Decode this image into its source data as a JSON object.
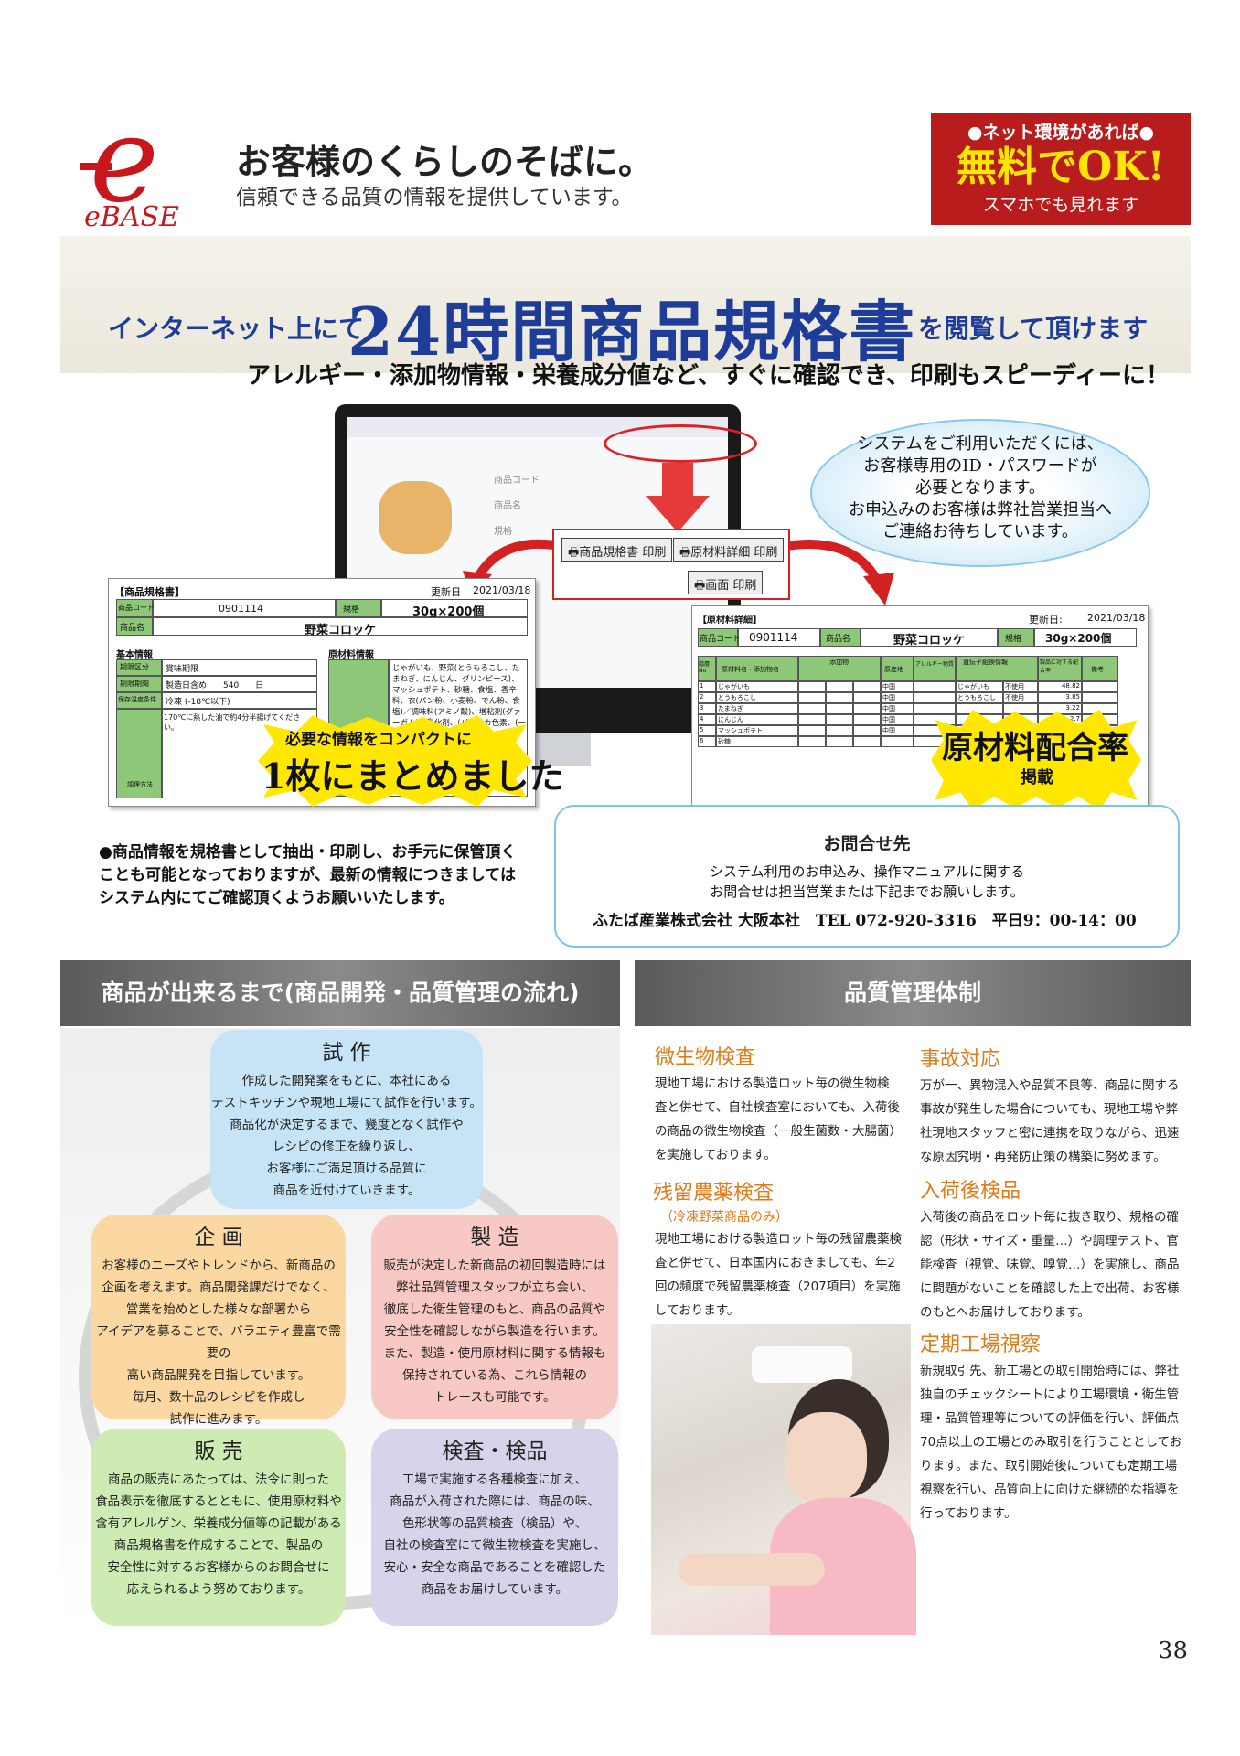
{
  "header": {
    "logo_text": "eBASE",
    "tagline": "お客様のくらしのそばに。",
    "subtagline": "信頼できる品質の情報を提供しています。",
    "badge": {
      "top": "●ネット環境があれば●",
      "main": "無料でOK!",
      "bottom": "スマホでも見れます"
    }
  },
  "banner": {
    "left": "インターネット上にて",
    "main": "24時間商品規格書",
    "right": "を閲覧して頂けます",
    "sub": "アレルギー・添加物情報・栄養成分値など、すぐに確認でき、印刷もスピーディーに！"
  },
  "monitor": {
    "field1": "商品コード",
    "field2": "商品名",
    "field3": "規格"
  },
  "print_buttons": {
    "spec": "商品規格書 印刷",
    "material": "原材料詳細 印刷",
    "screen": "画面 印刷"
  },
  "bubble": {
    "lines": [
      "システムをご利用いただくには、",
      "お客様専用のID・パスワードが",
      "必要となります。",
      "お申込みのお客様は弊社営業担当へ",
      "ご連絡お待ちしています。"
    ]
  },
  "spec_doc": {
    "title": "【商品規格書】",
    "updated_label": "更新日",
    "updated": "2021/03/18",
    "code_label": "商品コード",
    "code": "0901114",
    "spec_label": "規格",
    "spec": "30g×200個",
    "name_label": "商品名",
    "name": "野菜コロッケ",
    "basic_label": "基本情報",
    "material_label": "原材料情報",
    "rows": [
      {
        "label": "期限区分",
        "value": "賞味期限"
      },
      {
        "label": "期限期間",
        "value": "製造日含め　　540　　日"
      },
      {
        "label": "保存温度条件",
        "value": "冷凍 (-18℃以下)"
      }
    ],
    "cooking": "170℃に熱した油で約4分半揚げてください。",
    "cooking_label": "調理方法",
    "materials": "じゃがいも、野菜(とうもろこし、たまねぎ、にんじん、グリンピース)、マッシュポテト、砂糖、食塩、香辛料、衣(パン粉、小麦粉、でん粉、食塩)／調味料(アミノ酸)、増粘剤(グァーガム)、乳化剤、(パプリカ色素、(一部に小麦・大豆を"
  },
  "burst_left": {
    "line1": "必要な情報をコンパクトに",
    "line2": "1枚にまとめました"
  },
  "material_doc": {
    "title": "【原材料詳細】",
    "updated_label": "更新日:",
    "updated": "2021/03/18",
    "code_label": "商品コード",
    "code": "0901114",
    "name_label": "商品名",
    "name": "野菜コロッケ",
    "spec_label": "規格",
    "spec": "30g×200個",
    "headers": [
      "階層No",
      "原材料名・添加物名",
      "添加物",
      "原産地",
      "アレルギー物質",
      "遺伝子組換情報",
      "製品に対する配合率",
      "備考"
    ],
    "rows": [
      {
        "no": "1",
        "name": "じゃがいも",
        "origin": "中国",
        "gmo": "じゃがいも",
        "gmo2": "不使用",
        "rate": "48.82"
      },
      {
        "no": "2",
        "name": "とうもろこし",
        "origin": "中国",
        "gmo": "とうもろこし",
        "gmo2": "不使用",
        "rate": "3.85"
      },
      {
        "no": "3",
        "name": "たまねぎ",
        "origin": "中国",
        "gmo": "",
        "gmo2": "",
        "rate": "3.22"
      },
      {
        "no": "4",
        "name": "にんじん",
        "origin": "中国",
        "gmo": "",
        "gmo2": "",
        "rate": "2.7"
      },
      {
        "no": "5",
        "name": "マッシュポテト",
        "origin": "中国",
        "gmo": "",
        "gmo2": "",
        "rate": ""
      },
      {
        "no": "6",
        "name": "砂糖",
        "origin": "",
        "gmo": "",
        "gmo2": "",
        "rate": ""
      }
    ]
  },
  "burst_right": {
    "line1": "原材料配合率",
    "line2": "掲載"
  },
  "note": "●商品情報を規格書として抽出・印刷し、お手元に保管頂くことも可能となっておりますが、最新の情報につきましてはシステム内にてご確認頂くようお願いいたします。",
  "contact": {
    "heading": "お問合せ先",
    "line1": "システム利用のお申込み、操作マニュアルに関する",
    "line2": "お問合せは担当営業または下記までお願いします。",
    "footer": "ふたば産業株式会社 大阪本社　TEL 072-920-3316　平日9：00-14：00"
  },
  "section_left": {
    "title": "商品が出来るまで(商品開発・品質管理の流れ)",
    "cards": {
      "shisaku": {
        "title": "試 作",
        "body": [
          "作成した開発案をもとに、本社にある",
          "テストキッチンや現地工場にて試作を行います。",
          "商品化が決定するまで、幾度となく試作や",
          "レシピの修正を繰り返し、",
          "お客様にご満足頂ける品質に",
          "商品を近付けていきます。"
        ]
      },
      "kikaku": {
        "title": "企 画",
        "body": [
          "お客様のニーズやトレンドから、新商品の",
          "企画を考えます。商品開発課だけでなく、",
          "営業を始めとした様々な部署から",
          "アイデアを募ることで、バラエティ豊富で需要の",
          "高い商品開発を目指しています。",
          "毎月、数十品のレシピを作成し",
          "試作に進みます。"
        ]
      },
      "seizo": {
        "title": "製 造",
        "body": [
          "販売が決定した新商品の初回製造時には",
          "弊社品質管理スタッフが立ち会い、",
          "徹底した衛生管理のもと、商品の品質や",
          "安全性を確認しながら製造を行います。",
          "また、製造・使用原材料に関する情報も",
          "保持されている為、これら情報の",
          "トレースも可能です。"
        ]
      },
      "hanbai": {
        "title": "販 売",
        "body": [
          "商品の販売にあたっては、法令に則った",
          "食品表示を徹底するとともに、使用原材料や",
          "含有アレルゲン、栄養成分値等の記載がある",
          "商品規格書を作成することで、製品の",
          "安全性に対するお客様からのお問合せに",
          "応えられるよう努めております。"
        ]
      },
      "kensa": {
        "title": "検査・検品",
        "body": [
          "工場で実施する各種検査に加え、",
          "商品が入荷された際には、商品の味、",
          "色形状等の品質検査（検品）や、",
          "自社の検査室にて微生物検査を実施し、",
          "安心・安全な商品であることを確認した",
          "商品をお届けしています。"
        ]
      }
    }
  },
  "section_right": {
    "title": "品質管理体制",
    "items": {
      "biseibutsu": {
        "title": "微生物検査",
        "body": "現地工場における製造ロット毎の微生物検査と併せて、自社検査室においても、入荷後の商品の微生物検査（一般生菌数・大腸菌）を実施しております。"
      },
      "zanryu": {
        "title": "残留農薬検査",
        "subtitle": "（冷凍野菜商品のみ）",
        "body": "現地工場における製造ロット毎の残留農薬検査と併せて、日本国内におきましても、年2回の頻度で残留農薬検査（207項目）を実施しております。"
      },
      "jiko": {
        "title": "事故対応",
        "body": "万が一、異物混入や品質不良等、商品に関する事故が発生した場合についても、現地工場や弊社現地スタッフと密に連携を取りながら、迅速な原因究明・再発防止策の構築に努めます。"
      },
      "nyuka": {
        "title": "入荷後検品",
        "body": "入荷後の商品をロット毎に抜き取り、規格の確認（形状・サイズ・重量…）や調理テスト、官能検査（視覚、味覚、嗅覚…）を実施し、商品に問題がないことを確認した上で出荷、お客様のもとへお届けしております。"
      },
      "teiki": {
        "title": "定期工場視察",
        "body": "新規取引先、新工場との取引開始時には、弊社独自のチェックシートにより工場環境・衛生管理・品質管理等についての評価を行い、評価点70点以上の工場とのみ取引を行うこととしております。また、取引開始後についても定期工場視察を行い、品質向上に向けた継続的な指導を行っております。"
      }
    }
  },
  "page_number": "38",
  "colors": {
    "brand_red": "#c8161d",
    "banner_blue": "#1d3d99",
    "accent_orange": "#e07a1a"
  }
}
